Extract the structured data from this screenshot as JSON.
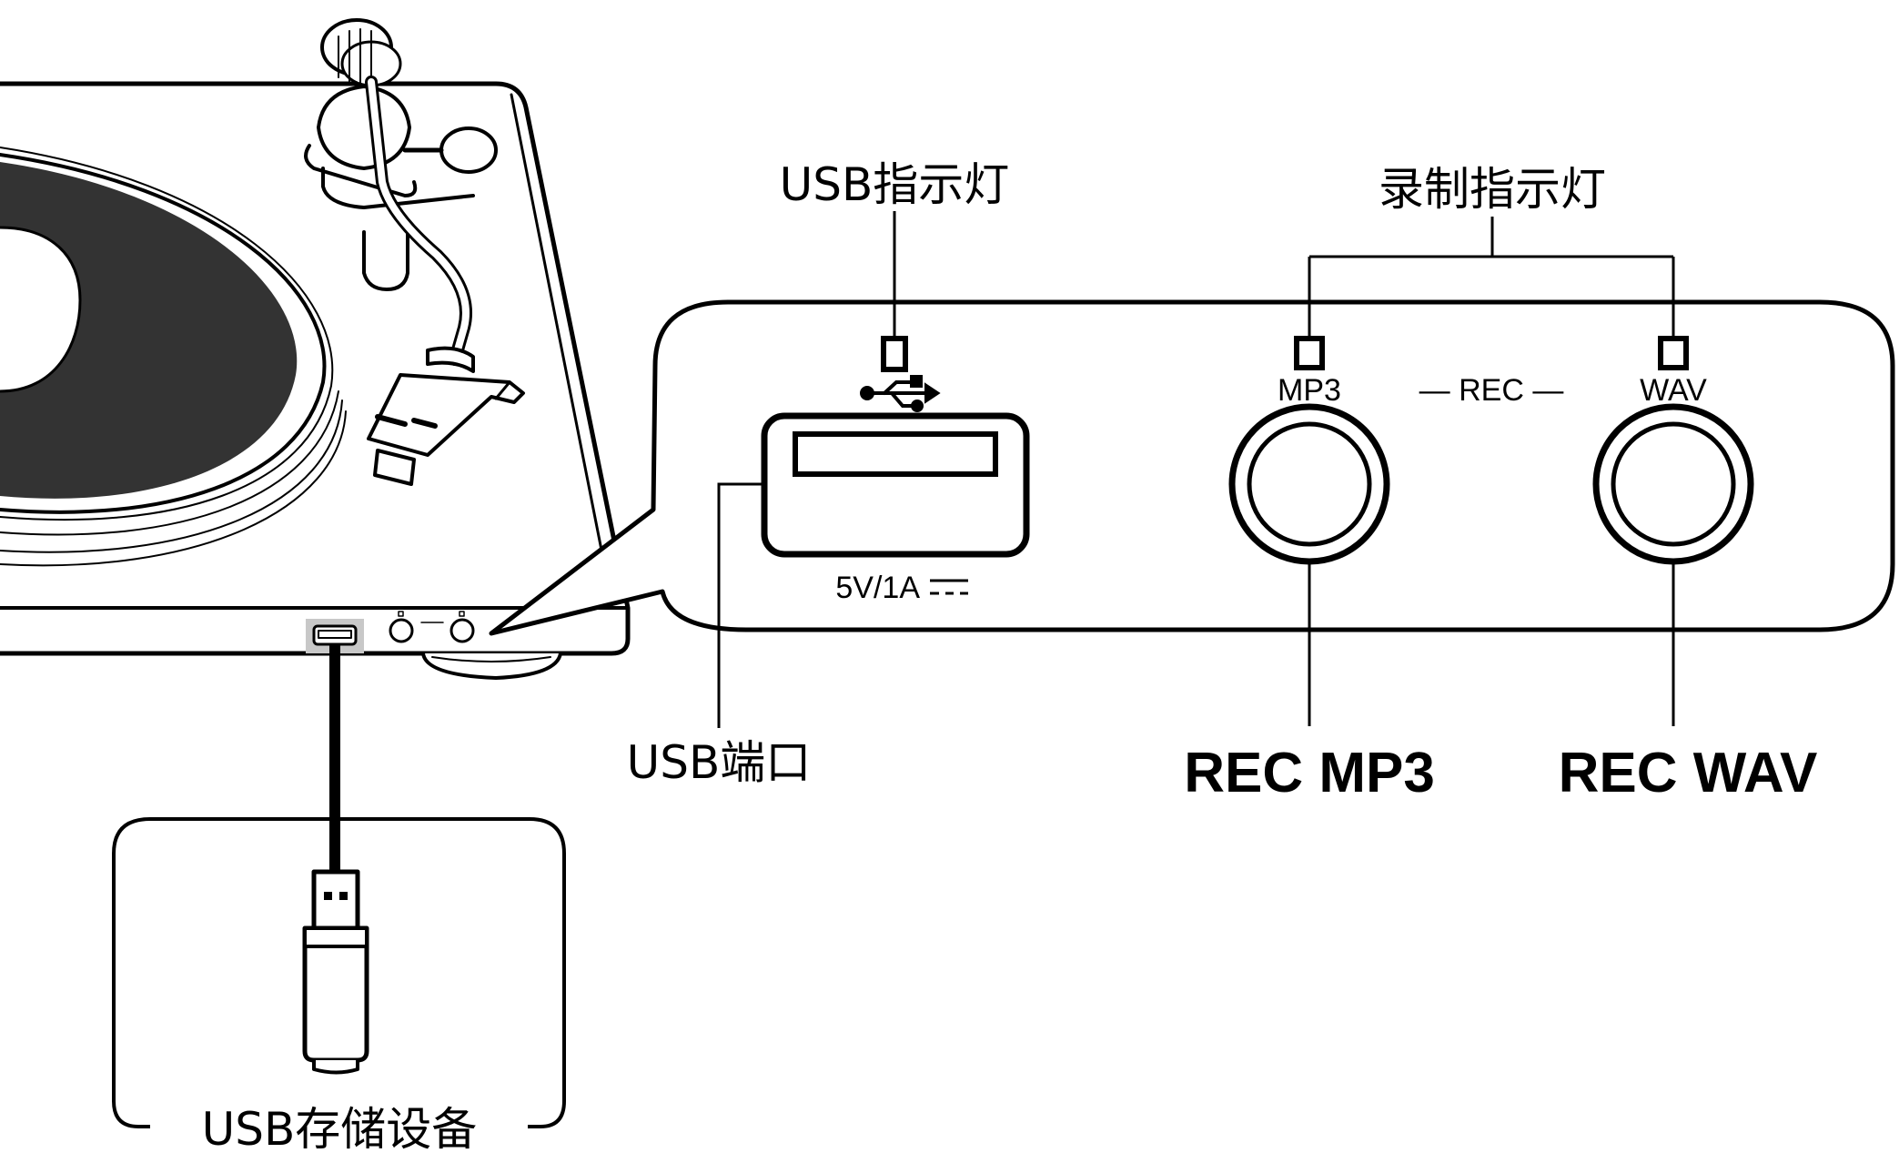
{
  "labels": {
    "usb_indicator": "USB指示灯",
    "rec_indicator": "录制指示灯",
    "usb_port": "USB端口",
    "usb_storage": "USB存储设备",
    "rec_mp3_button": "REC MP3",
    "rec_wav_button": "REC WAV"
  },
  "panel": {
    "mp3": "MP3",
    "wav": "WAV",
    "rec": "— REC —",
    "power_rating": "5V/1A"
  },
  "icons": [
    "usb-icon",
    "dc-power-icon",
    "usb-flash-drive-icon"
  ],
  "colors": {
    "line": "#000000",
    "background": "#ffffff",
    "shade": "#c8c8c8"
  }
}
